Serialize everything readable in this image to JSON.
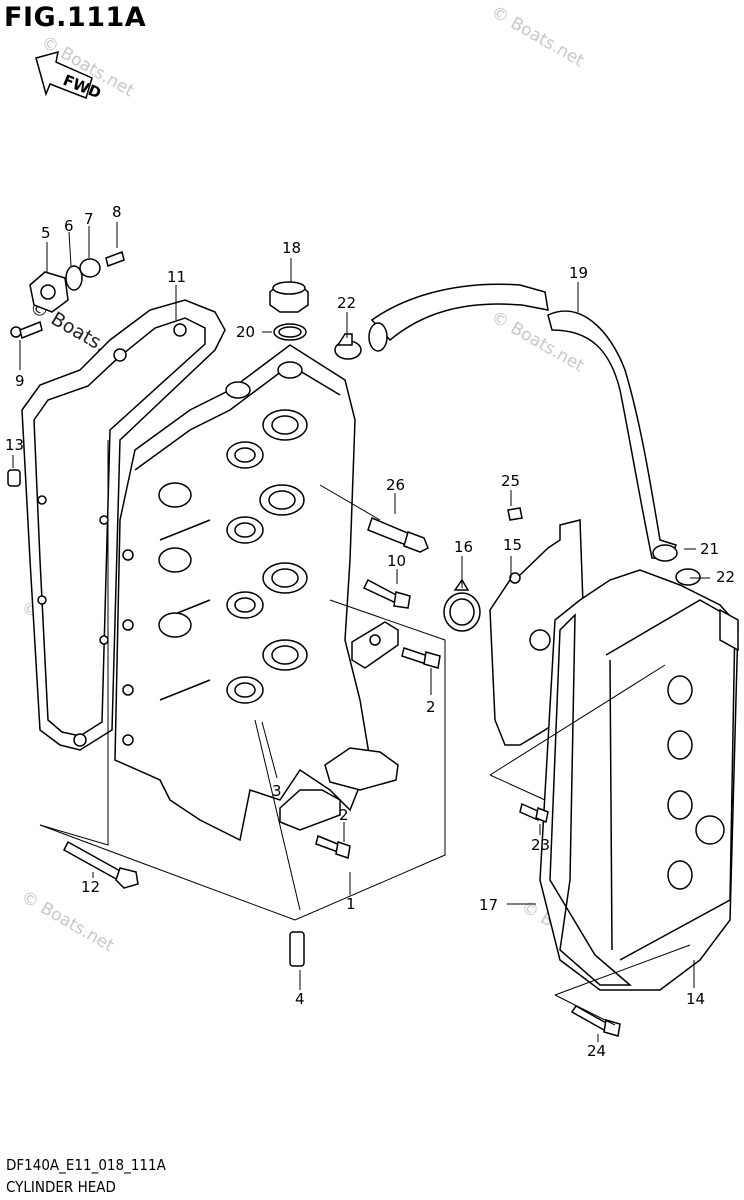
{
  "figure": {
    "title": "FIG.111A",
    "direction_label": "FWD",
    "code": "DF140A_E11_018_111A",
    "name": "CYLINDER HEAD"
  },
  "watermark": {
    "text": "© Boats.net"
  },
  "callouts": [
    {
      "id": "c1",
      "label": "1"
    },
    {
      "id": "c2a",
      "label": "2"
    },
    {
      "id": "c2b",
      "label": "2"
    },
    {
      "id": "c3",
      "label": "3"
    },
    {
      "id": "c4",
      "label": "4"
    },
    {
      "id": "c5",
      "label": "5"
    },
    {
      "id": "c6",
      "label": "6"
    },
    {
      "id": "c7",
      "label": "7"
    },
    {
      "id": "c8",
      "label": "8"
    },
    {
      "id": "c9",
      "label": "9"
    },
    {
      "id": "c10",
      "label": "10"
    },
    {
      "id": "c11",
      "label": "11"
    },
    {
      "id": "c12",
      "label": "12"
    },
    {
      "id": "c13",
      "label": "13"
    },
    {
      "id": "c14",
      "label": "14"
    },
    {
      "id": "c15",
      "label": "15"
    },
    {
      "id": "c16",
      "label": "16"
    },
    {
      "id": "c17",
      "label": "17"
    },
    {
      "id": "c18",
      "label": "18"
    },
    {
      "id": "c19",
      "label": "19"
    },
    {
      "id": "c20",
      "label": "20"
    },
    {
      "id": "c21",
      "label": "21"
    },
    {
      "id": "c22a",
      "label": "22"
    },
    {
      "id": "c22b",
      "label": "22"
    },
    {
      "id": "c23",
      "label": "23"
    },
    {
      "id": "c24",
      "label": "24"
    },
    {
      "id": "c25",
      "label": "25"
    },
    {
      "id": "c26",
      "label": "26"
    }
  ]
}
